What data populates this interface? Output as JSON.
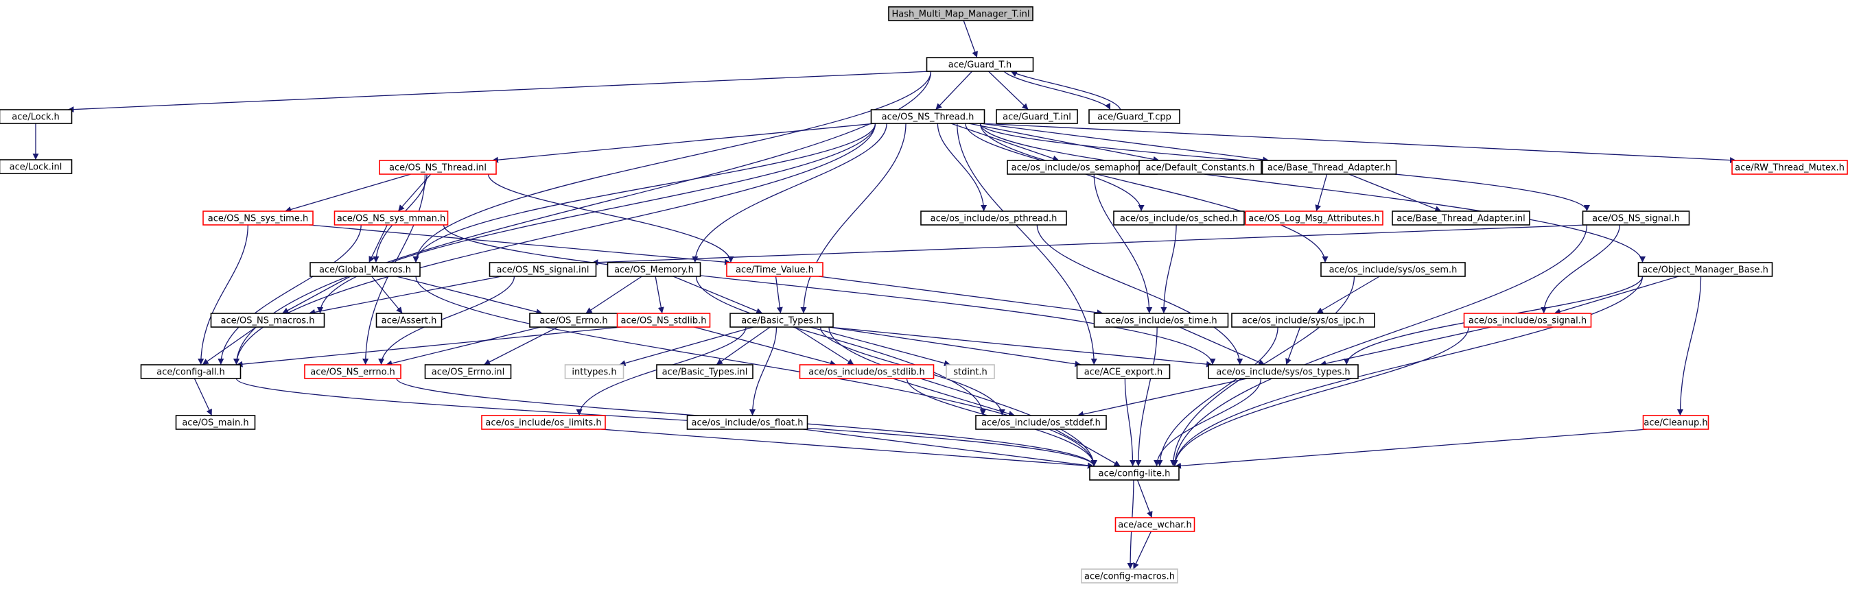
{
  "graph": {
    "edge_color": "#191970",
    "node_colors": {
      "root_fill": "#bfbfbf",
      "plain_border": "#000000",
      "red_border": "#ff0000",
      "grey_border": "#bfbfbf"
    },
    "nodes": [
      {
        "id": "root",
        "label": "Hash_Multi_Map_Manager_T.inl",
        "style": "root"
      },
      {
        "id": "guard_h",
        "label": "ace/Guard_T.h",
        "style": "plain"
      },
      {
        "id": "lock_h",
        "label": "ace/Lock.h",
        "style": "plain"
      },
      {
        "id": "lock_inl",
        "label": "ace/Lock.inl",
        "style": "plain"
      },
      {
        "id": "os_ns_thread_h",
        "label": "ace/OS_NS_Thread.h",
        "style": "plain"
      },
      {
        "id": "guard_inl",
        "label": "ace/Guard_T.inl",
        "style": "plain"
      },
      {
        "id": "guard_cpp",
        "label": "ace/Guard_T.cpp",
        "style": "plain"
      },
      {
        "id": "os_ns_thread_inl",
        "label": "ace/OS_NS_Thread.inl",
        "style": "red"
      },
      {
        "id": "os_semaphore",
        "label": "ace/os_include/os_semaphore.h",
        "style": "plain"
      },
      {
        "id": "default_constants",
        "label": "ace/Default_Constants.h",
        "style": "plain"
      },
      {
        "id": "base_thread_adapter_h",
        "label": "ace/Base_Thread_Adapter.h",
        "style": "plain"
      },
      {
        "id": "rw_thread_mutex",
        "label": "ace/RW_Thread_Mutex.h",
        "style": "red"
      },
      {
        "id": "os_ns_sys_time",
        "label": "ace/OS_NS_sys_time.h",
        "style": "red"
      },
      {
        "id": "os_ns_sys_mman",
        "label": "ace/OS_NS_sys_mman.h",
        "style": "red"
      },
      {
        "id": "os_pthread",
        "label": "ace/os_include/os_pthread.h",
        "style": "plain"
      },
      {
        "id": "os_sched",
        "label": "ace/os_include/os_sched.h",
        "style": "plain"
      },
      {
        "id": "os_log_msg",
        "label": "ace/OS_Log_Msg_Attributes.h",
        "style": "red"
      },
      {
        "id": "base_thread_adapter_inl",
        "label": "ace/Base_Thread_Adapter.inl",
        "style": "plain"
      },
      {
        "id": "os_ns_signal_h",
        "label": "ace/OS_NS_signal.h",
        "style": "plain"
      },
      {
        "id": "global_macros",
        "label": "ace/Global_Macros.h",
        "style": "plain"
      },
      {
        "id": "os_ns_signal_inl",
        "label": "ace/OS_NS_signal.inl",
        "style": "plain"
      },
      {
        "id": "os_memory",
        "label": "ace/OS_Memory.h",
        "style": "plain"
      },
      {
        "id": "time_value",
        "label": "ace/Time_Value.h",
        "style": "red"
      },
      {
        "id": "os_sem",
        "label": "ace/os_include/sys/os_sem.h",
        "style": "plain"
      },
      {
        "id": "object_manager_base",
        "label": "ace/Object_Manager_Base.h",
        "style": "plain"
      },
      {
        "id": "os_ns_macros",
        "label": "ace/OS_NS_macros.h",
        "style": "plain"
      },
      {
        "id": "assert_h",
        "label": "ace/Assert.h",
        "style": "plain"
      },
      {
        "id": "os_errno_h",
        "label": "ace/OS_Errno.h",
        "style": "plain"
      },
      {
        "id": "os_ns_stdlib",
        "label": "ace/OS_NS_stdlib.h",
        "style": "red"
      },
      {
        "id": "basic_types_h",
        "label": "ace/Basic_Types.h",
        "style": "plain"
      },
      {
        "id": "os_time",
        "label": "ace/os_include/os_time.h",
        "style": "plain"
      },
      {
        "id": "os_ipc",
        "label": "ace/os_include/sys/os_ipc.h",
        "style": "plain"
      },
      {
        "id": "os_signal",
        "label": "ace/os_include/os_signal.h",
        "style": "red"
      },
      {
        "id": "config_all",
        "label": "ace/config-all.h",
        "style": "plain"
      },
      {
        "id": "os_ns_errno",
        "label": "ace/OS_NS_errno.h",
        "style": "red"
      },
      {
        "id": "os_errno_inl",
        "label": "ace/OS_Errno.inl",
        "style": "plain"
      },
      {
        "id": "inttypes",
        "label": "inttypes.h",
        "style": "grey"
      },
      {
        "id": "basic_types_inl",
        "label": "ace/Basic_Types.inl",
        "style": "plain"
      },
      {
        "id": "os_stdlib",
        "label": "ace/os_include/os_stdlib.h",
        "style": "red"
      },
      {
        "id": "stdint",
        "label": "stdint.h",
        "style": "grey"
      },
      {
        "id": "ace_export",
        "label": "ace/ACE_export.h",
        "style": "plain"
      },
      {
        "id": "os_types",
        "label": "ace/os_include/sys/os_types.h",
        "style": "plain"
      },
      {
        "id": "os_main",
        "label": "ace/OS_main.h",
        "style": "plain"
      },
      {
        "id": "os_limits",
        "label": "ace/os_include/os_limits.h",
        "style": "red"
      },
      {
        "id": "os_float",
        "label": "ace/os_include/os_float.h",
        "style": "plain"
      },
      {
        "id": "os_stddef",
        "label": "ace/os_include/os_stddef.h",
        "style": "plain"
      },
      {
        "id": "cleanup",
        "label": "ace/Cleanup.h",
        "style": "red"
      },
      {
        "id": "config_lite",
        "label": "ace/config-lite.h",
        "style": "plain"
      },
      {
        "id": "ace_wchar",
        "label": "ace/ace_wchar.h",
        "style": "red"
      },
      {
        "id": "config_macros",
        "label": "ace/config-macros.h",
        "style": "grey"
      }
    ],
    "edges": [
      [
        "root",
        "guard_h"
      ],
      [
        "guard_h",
        "lock_h"
      ],
      [
        "guard_h",
        "os_ns_thread_h"
      ],
      [
        "guard_h",
        "guard_inl"
      ],
      [
        "guard_h",
        "guard_cpp"
      ],
      [
        "guard_h",
        "global_macros"
      ],
      [
        "guard_h",
        "config_all"
      ],
      [
        "guard_cpp",
        "guard_h"
      ],
      [
        "lock_h",
        "lock_inl"
      ],
      [
        "os_ns_thread_h",
        "os_ns_thread_inl"
      ],
      [
        "os_ns_thread_h",
        "os_semaphore"
      ],
      [
        "os_ns_thread_h",
        "default_constants"
      ],
      [
        "os_ns_thread_h",
        "base_thread_adapter_h"
      ],
      [
        "os_ns_thread_h",
        "rw_thread_mutex"
      ],
      [
        "os_ns_thread_h",
        "os_pthread"
      ],
      [
        "os_ns_thread_h",
        "os_sched"
      ],
      [
        "os_ns_thread_h",
        "os_ns_signal_h"
      ],
      [
        "os_ns_thread_h",
        "object_manager_base"
      ],
      [
        "os_ns_thread_h",
        "os_sem"
      ],
      [
        "os_ns_thread_h",
        "os_memory"
      ],
      [
        "os_ns_thread_h",
        "basic_types_h"
      ],
      [
        "os_ns_thread_h",
        "ace_export"
      ],
      [
        "os_ns_thread_h",
        "global_macros"
      ],
      [
        "os_ns_thread_h",
        "os_ns_macros"
      ],
      [
        "os_ns_thread_h",
        "config_all"
      ],
      [
        "os_ns_thread_inl",
        "os_ns_sys_time"
      ],
      [
        "os_ns_thread_inl",
        "os_ns_sys_mman"
      ],
      [
        "os_ns_thread_inl",
        "time_value"
      ],
      [
        "os_ns_thread_inl",
        "os_ns_errno"
      ],
      [
        "os_ns_thread_inl",
        "global_macros"
      ],
      [
        "os_ns_sys_time",
        "time_value"
      ],
      [
        "os_ns_sys_time",
        "config_all"
      ],
      [
        "os_ns_sys_mman",
        "global_macros"
      ],
      [
        "os_ns_sys_mman",
        "os_types"
      ],
      [
        "os_ns_sys_mman",
        "config_all"
      ],
      [
        "os_semaphore",
        "os_time"
      ],
      [
        "base_thread_adapter_h",
        "os_log_msg"
      ],
      [
        "base_thread_adapter_h",
        "base_thread_adapter_inl"
      ],
      [
        "os_pthread",
        "os_types"
      ],
      [
        "os_sched",
        "os_time"
      ],
      [
        "os_ns_signal_h",
        "os_ns_signal_inl"
      ],
      [
        "os_ns_signal_h",
        "os_signal"
      ],
      [
        "os_ns_signal_h",
        "config_lite"
      ],
      [
        "global_macros",
        "os_ns_macros"
      ],
      [
        "global_macros",
        "assert_h"
      ],
      [
        "global_macros",
        "os_errno_h"
      ],
      [
        "global_macros",
        "config_lite"
      ],
      [
        "os_ns_signal_inl",
        "os_ns_macros"
      ],
      [
        "os_ns_signal_inl",
        "os_ns_errno"
      ],
      [
        "os_memory",
        "os_errno_h"
      ],
      [
        "os_memory",
        "os_ns_stdlib"
      ],
      [
        "os_memory",
        "basic_types_h"
      ],
      [
        "os_memory",
        "os_stddef"
      ],
      [
        "time_value",
        "basic_types_h"
      ],
      [
        "time_value",
        "os_time"
      ],
      [
        "os_sem",
        "os_ipc"
      ],
      [
        "os_sem",
        "config_lite"
      ],
      [
        "object_manager_base",
        "os_signal"
      ],
      [
        "object_manager_base",
        "os_types"
      ],
      [
        "object_manager_base",
        "cleanup"
      ],
      [
        "object_manager_base",
        "config_lite"
      ],
      [
        "os_ns_macros",
        "config_all"
      ],
      [
        "os_errno_h",
        "os_ns_errno"
      ],
      [
        "os_errno_h",
        "os_errno_inl"
      ],
      [
        "os_ns_stdlib",
        "config_all"
      ],
      [
        "os_ns_stdlib",
        "os_stdlib"
      ],
      [
        "basic_types_h",
        "inttypes"
      ],
      [
        "basic_types_h",
        "basic_types_inl"
      ],
      [
        "basic_types_h",
        "os_stdlib"
      ],
      [
        "basic_types_h",
        "stdint"
      ],
      [
        "basic_types_h",
        "ace_export"
      ],
      [
        "basic_types_h",
        "os_types"
      ],
      [
        "basic_types_h",
        "os_limits"
      ],
      [
        "basic_types_h",
        "os_float"
      ],
      [
        "basic_types_h",
        "os_stddef"
      ],
      [
        "basic_types_h",
        "config_lite"
      ],
      [
        "os_time",
        "os_types"
      ],
      [
        "os_time",
        "config_lite"
      ],
      [
        "os_ipc",
        "os_types"
      ],
      [
        "os_ipc",
        "config_lite"
      ],
      [
        "os_signal",
        "os_types"
      ],
      [
        "os_signal",
        "config_lite"
      ],
      [
        "config_all",
        "os_main"
      ],
      [
        "config_all",
        "config_lite"
      ],
      [
        "os_ns_errno",
        "config_lite"
      ],
      [
        "os_stdlib",
        "os_stddef"
      ],
      [
        "os_stdlib",
        "config_lite"
      ],
      [
        "ace_export",
        "config_lite"
      ],
      [
        "os_types",
        "os_stddef"
      ],
      [
        "os_types",
        "config_lite"
      ],
      [
        "os_limits",
        "config_lite"
      ],
      [
        "os_float",
        "config_lite"
      ],
      [
        "os_stddef",
        "config_lite"
      ],
      [
        "cleanup",
        "config_lite"
      ],
      [
        "config_lite",
        "ace_wchar"
      ],
      [
        "config_lite",
        "config_macros"
      ],
      [
        "ace_wchar",
        "config_macros"
      ]
    ]
  }
}
